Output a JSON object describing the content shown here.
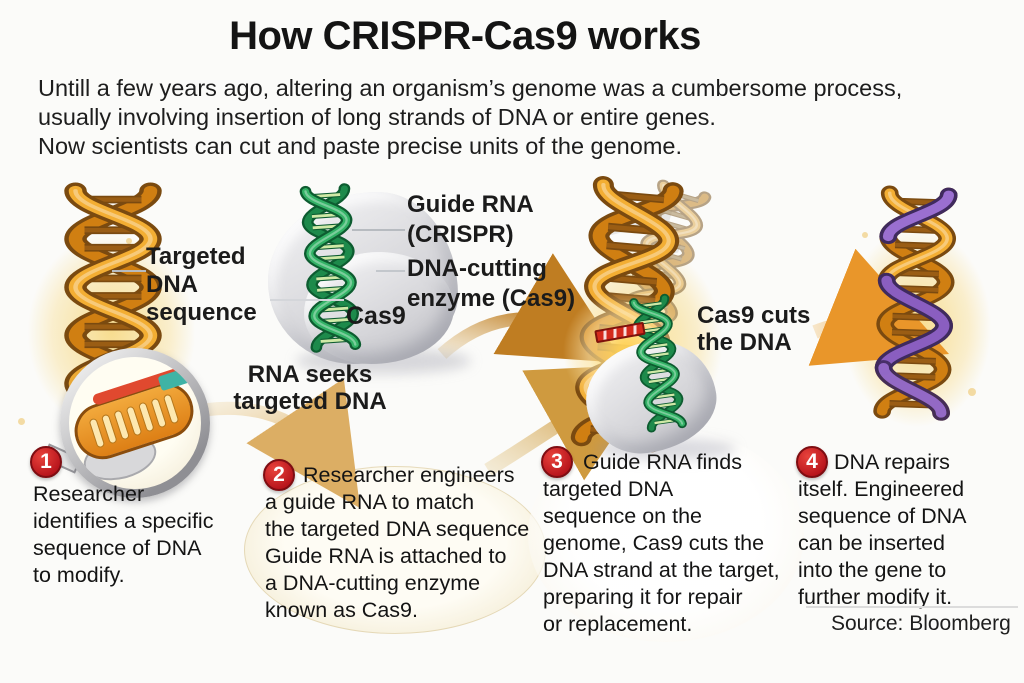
{
  "title": "How CRISPR-Cas9 works",
  "intro": {
    "lines": [
      "Untill a few years ago, altering an organism’s genome was a cumbersome process,",
      "usually involving insertion of long strands of DNA or entire genes.",
      "Now scientists can cut and paste precise units of the genome."
    ]
  },
  "diagram": {
    "labels": {
      "targeted_dna": [
        "Targeted",
        "DNA",
        "sequence"
      ],
      "guide_rna": [
        "Guide RNA",
        "(CRISPR)"
      ],
      "dna_cutting_enzyme": [
        "DNA-cutting",
        "enzyme (Cas9)"
      ],
      "cas9": "Cas9",
      "rna_seeks": [
        "RNA seeks",
        "targeted DNA"
      ],
      "cas9_cuts": [
        "Cas9 cuts",
        "the DNA"
      ]
    }
  },
  "steps": [
    {
      "number": "1",
      "lines": [
        "Researcher",
        "identifies a specific",
        "sequence of DNA",
        "to modify."
      ]
    },
    {
      "number": "2",
      "lines": [
        "Researcher engineers",
        "a guide RNA to match",
        "the targeted DNA sequence",
        "Guide RNA is attached to",
        "a DNA-cutting enzyme",
        "known as Cas9."
      ]
    },
    {
      "number": "3",
      "lines": [
        "Guide RNA finds",
        "targeted DNA",
        "sequence on the",
        "genome, Cas9 cuts the",
        "DNA strand at the target,",
        "preparing it for repair",
        "or replacement."
      ]
    },
    {
      "number": "4",
      "lines": [
        "DNA repairs",
        "itself. Engineered",
        "sequence of DNA",
        "can be inserted",
        "into the gene to",
        "further modify it."
      ]
    }
  ],
  "source": "Source: Bloomberg",
  "colors": {
    "badge_red": "#b5121a",
    "dna_orange_light": "#f3ae33",
    "dna_orange_dark": "#d07f12",
    "dna_outline": "#7a4a10",
    "rna_green_light": "#33b266",
    "rna_green_dark": "#1d8a4b",
    "repair_purple": "#8a5ec0",
    "enzyme_gray": "#c7c7cc",
    "arrow_tan": "#dcae64",
    "arrow_brown": "#bf7d22",
    "glow_gold": "#f7db8a",
    "cut_red": "#d42a1c",
    "text_dark": "#141414",
    "background": "#fbfbf9"
  }
}
